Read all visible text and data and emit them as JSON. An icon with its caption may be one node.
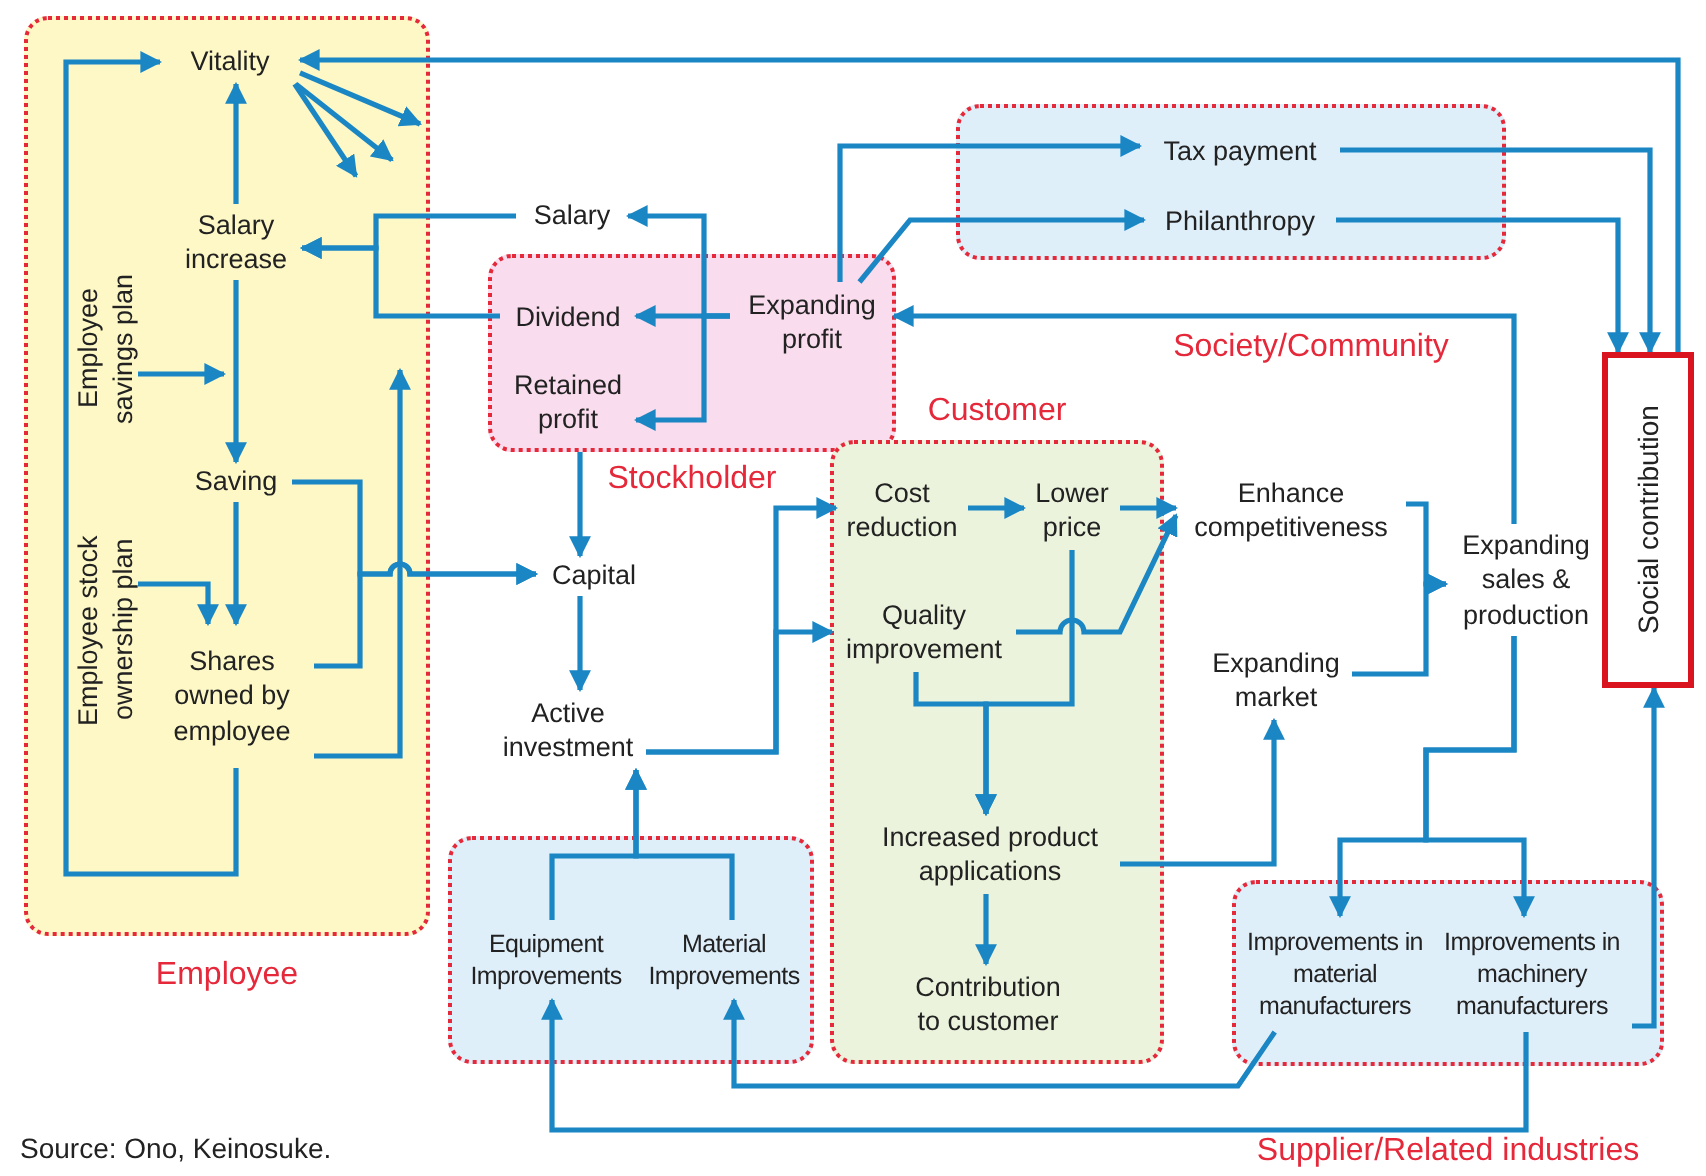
{
  "diagram": {
    "nodes": [
      {
        "text": [
          "Employee"
        ]
      },
      {
        "text": [
          "Vitality"
        ],
        "in": 0
      },
      {
        "text": [
          "Salary increase"
        ],
        "in": 0
      },
      {
        "text": [
          "Employee savings plan"
        ],
        "in": 0
      },
      {
        "text": [
          "Saving"
        ],
        "in": 0
      },
      {
        "text": [
          "Employee stock ownership plan"
        ],
        "in": 0
      },
      {
        "text": [
          "Shares owned by employee"
        ],
        "in": 0
      },
      {
        "text": [
          "Salary"
        ]
      },
      {
        "text": [
          "Stockholder"
        ]
      },
      {
        "text": [
          "Dividend"
        ],
        "in": 8
      },
      {
        "text": [
          "Retained profit"
        ],
        "in": 8
      },
      {
        "text": [
          "Expanding profit"
        ],
        "in": 8
      },
      {
        "text": [
          "Society/Community"
        ]
      },
      {
        "text": [
          "Tax payment"
        ],
        "in": 12
      },
      {
        "text": [
          "Philanthropy"
        ],
        "in": 12
      },
      {
        "text": [
          "Social contribution"
        ]
      },
      {
        "text": [
          "Capital"
        ]
      },
      {
        "text": [
          "Active investment"
        ]
      },
      {
        "text": [
          "Customer"
        ]
      },
      {
        "text": [
          "Cost reduction"
        ],
        "in": 18
      },
      {
        "text": [
          "Lower price"
        ],
        "in": 18
      },
      {
        "text": [
          "Quality improvement"
        ],
        "in": 18
      },
      {
        "text": [
          "Increased product applications"
        ],
        "in": 18
      },
      {
        "text": [
          "Contribution to customer"
        ],
        "in": 18
      },
      {
        "text": [
          "Enhance competitiveness"
        ]
      },
      {
        "text": [
          "Expanding market"
        ]
      },
      {
        "text": [
          "Expanding sales & production"
        ]
      },
      {
        "text": [],
        "shape": "box"
      },
      {
        "text": [
          "Equipment Improvements"
        ],
        "in": 27
      },
      {
        "text": [
          "Material Improvements"
        ],
        "in": 27
      },
      {
        "text": [
          "Supplier/Related industries"
        ]
      },
      {
        "text": [
          "Improvements in material manufacturers"
        ],
        "in": 30
      },
      {
        "text": [
          "Improvements in machinery manufacturers"
        ],
        "in": 30
      }
    ],
    "edges": [
      {
        "from": 6,
        "to": 1,
        "arrow": "to"
      },
      {
        "from": 2,
        "to": 1,
        "arrow": "to"
      },
      {
        "from": 1,
        "to": null,
        "arrow": "to"
      },
      {
        "from": 1,
        "to": null,
        "arrow": "to"
      },
      {
        "from": 1,
        "to": null,
        "arrow": "to"
      },
      {
        "from": 7,
        "to": 2,
        "arrow": "to"
      },
      {
        "from": 9,
        "to": 2,
        "arrow": "to"
      },
      {
        "from": 2,
        "to": 4,
        "arrow": "to"
      },
      {
        "from": 3,
        "to": null,
        "arrow": "to"
      },
      {
        "from": 4,
        "to": 6,
        "arrow": "to"
      },
      {
        "from": 5,
        "to": 6,
        "arrow": "to"
      },
      {
        "from": 4,
        "to": 16,
        "arrow": "to"
      },
      {
        "from": 6,
        "to": 16,
        "arrow": "to"
      },
      {
        "from": 6,
        "to": null,
        "arrow": "to"
      },
      {
        "from": 11,
        "to": 7,
        "arrow": "to"
      },
      {
        "from": 11,
        "to": 9,
        "arrow": "to"
      },
      {
        "from": 11,
        "to": 10,
        "arrow": "to"
      },
      {
        "from": 8,
        "to": 16,
        "arrow": "to"
      },
      {
        "from": 16,
        "to": 17,
        "arrow": "to"
      },
      {
        "from": 17,
        "to": 19,
        "arrow": "to"
      },
      {
        "from": 17,
        "to": 21,
        "arrow": "to"
      },
      {
        "from": 28,
        "to": 17,
        "arrow": "to"
      },
      {
        "from": 29,
        "to": 17,
        "arrow": "to"
      },
      {
        "from": 19,
        "to": 20,
        "arrow": "to"
      },
      {
        "from": 20,
        "to": 24,
        "arrow": "to"
      },
      {
        "from": 21,
        "to": 24,
        "arrow": "to"
      },
      {
        "from": 21,
        "to": 22,
        "arrow": "to"
      },
      {
        "from": 20,
        "to": 22,
        "arrow": "to"
      },
      {
        "from": 22,
        "to": 23,
        "arrow": "to"
      },
      {
        "from": 22,
        "to": 25,
        "arrow": "to"
      },
      {
        "from": 24,
        "to": 26,
        "arrow": "to"
      },
      {
        "from": 25,
        "to": 26,
        "arrow": "to"
      },
      {
        "from": 26,
        "to": 11,
        "arrow": "to"
      },
      {
        "from": 26,
        "to": 31,
        "arrow": "to"
      },
      {
        "from": 26,
        "to": 32,
        "arrow": "to"
      },
      {
        "from": 11,
        "to": 13,
        "arrow": "to"
      },
      {
        "from": 11,
        "to": 14,
        "arrow": "to"
      },
      {
        "from": 13,
        "to": 15,
        "arrow": "to"
      },
      {
        "from": 14,
        "to": 15,
        "arrow": "to"
      },
      {
        "from": 15,
        "to": 1,
        "arrow": "to"
      },
      {
        "from": 32,
        "to": 15,
        "arrow": "to"
      },
      {
        "from": 31,
        "to": 29,
        "arrow": "to"
      },
      {
        "from": 32,
        "to": 28,
        "arrow": "to"
      }
    ],
    "labels": [
      "Source: Ono, Keinosuke."
    ]
  }
}
